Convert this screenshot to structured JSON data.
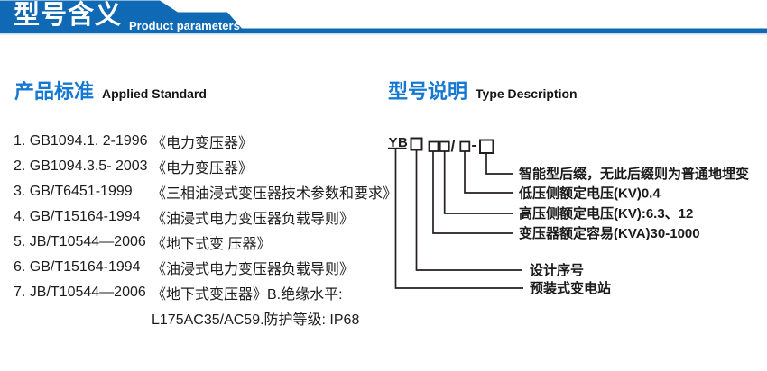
{
  "banner": {
    "title_cn": "型号含义",
    "title_en": "Product parameters",
    "color": "#0f69b4"
  },
  "sections": {
    "applied_standard": {
      "title_cn": "产品标准",
      "title_en": "Applied Standard",
      "items": [
        {
          "code": "1. GB1094.1. 2-1996",
          "title": "《电力变压器》"
        },
        {
          "code": "2. GB1094.3.5- 2003",
          "title": "《电力变压器》"
        },
        {
          "code": "3. GB/T6451-1999",
          "title": "《三相油浸式变压器技术参数和要求》"
        },
        {
          "code": "4. GB/T15164-1994",
          "title": "《油浸式电力变压器负载导则》"
        },
        {
          "code": "5. JB/T10544—2006",
          "title": "《地下式变 压器》"
        },
        {
          "code": "6. GB/T15164-1994",
          "title": "《油浸式电力变压器负载导则》"
        },
        {
          "code": "7. JB/T10544—2006",
          "title": "《地下式变压器》B.绝缘水平:"
        },
        {
          "code": "",
          "title": "L175AC35/AC59.防护等级: IP68"
        }
      ]
    },
    "type_description": {
      "title_cn": "型号说明",
      "title_en": "Type Description",
      "diagram": {
        "prefix": "YB",
        "slash": "/",
        "dash": "-",
        "labels": [
          "智能型后缀，无此后缀则为普通地埋变",
          "低压侧额定电压(KV)0.4",
          "高压侧额定电压(KV):6.3、12",
          "变压器额定容易(KVA)30-1000",
          "设计序号",
          "预装式变电站"
        ]
      }
    }
  },
  "colors": {
    "banner_blue": "#0f69b4",
    "section_title_blue": "#1578d2",
    "text_dark": "#1a1a1a",
    "line_black": "#231f20"
  }
}
